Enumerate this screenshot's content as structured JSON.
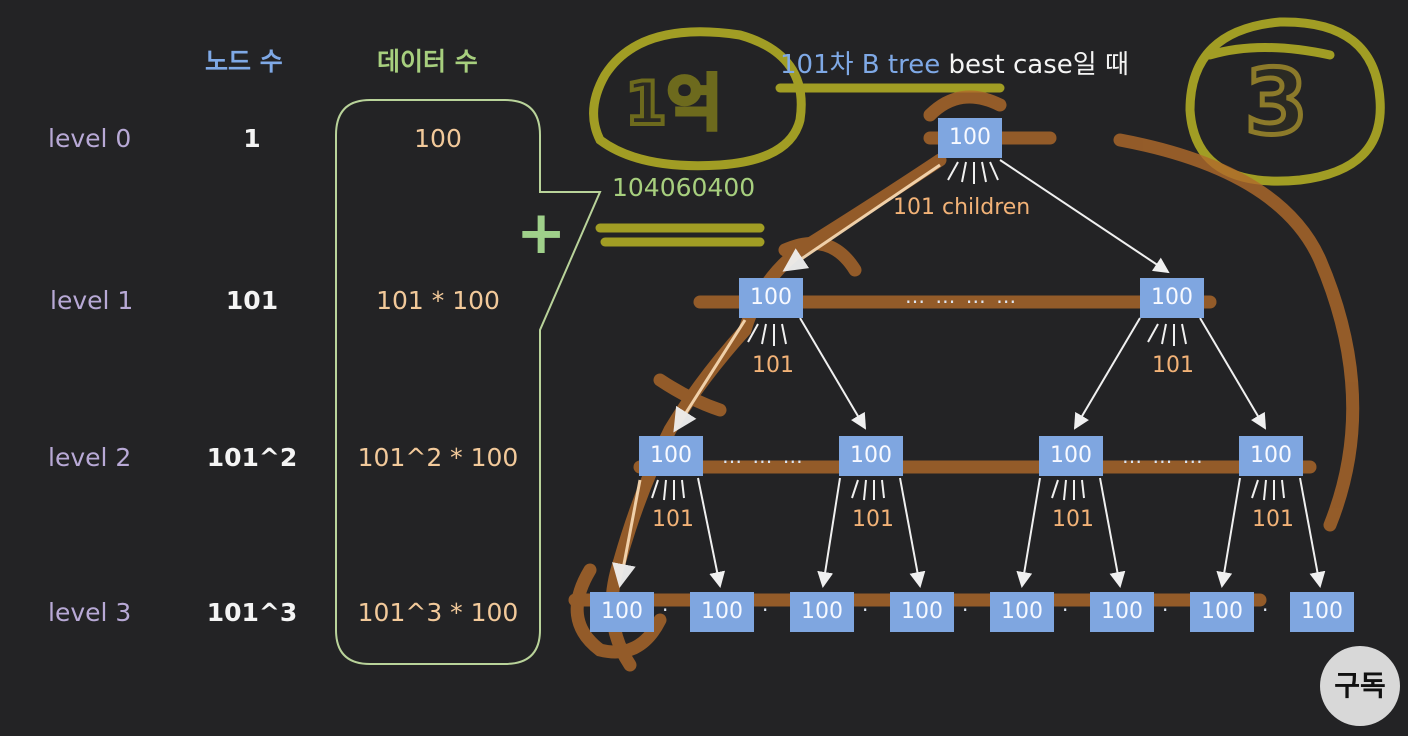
{
  "table": {
    "header_nodes": "노드 수",
    "header_data": "데이터 수",
    "rows": [
      {
        "level": "level 0",
        "nodes": "1",
        "data": "100"
      },
      {
        "level": "level 1",
        "nodes": "101",
        "data": "101 * 100"
      },
      {
        "level": "level 2",
        "nodes": "101^2",
        "data": "101^2 * 100"
      },
      {
        "level": "level 3",
        "nodes": "101^3",
        "data": "101^3 * 100"
      }
    ],
    "plus_sign": "+",
    "total": "104060400"
  },
  "tree": {
    "title_blue": "101차 B tree",
    "title_white": "best case일 때",
    "node_value": "100",
    "root_children_label": "101 children",
    "child_label": "101",
    "ellipsis_long": "… … … …",
    "ellipsis_short": "… … …",
    "ellipsis_tiny": "·"
  },
  "annotations": {
    "circled_left": "1억",
    "circled_right": "3"
  },
  "subscribe_button": "구독",
  "colors": {
    "node_blue": "#7fa6e0",
    "header_blue": "#7fa9e6",
    "header_green": "#a7cf7e",
    "data_orange": "#f2c99a",
    "highlight_orange": "#b06a2a",
    "highlight_yellow": "#b7b324"
  }
}
